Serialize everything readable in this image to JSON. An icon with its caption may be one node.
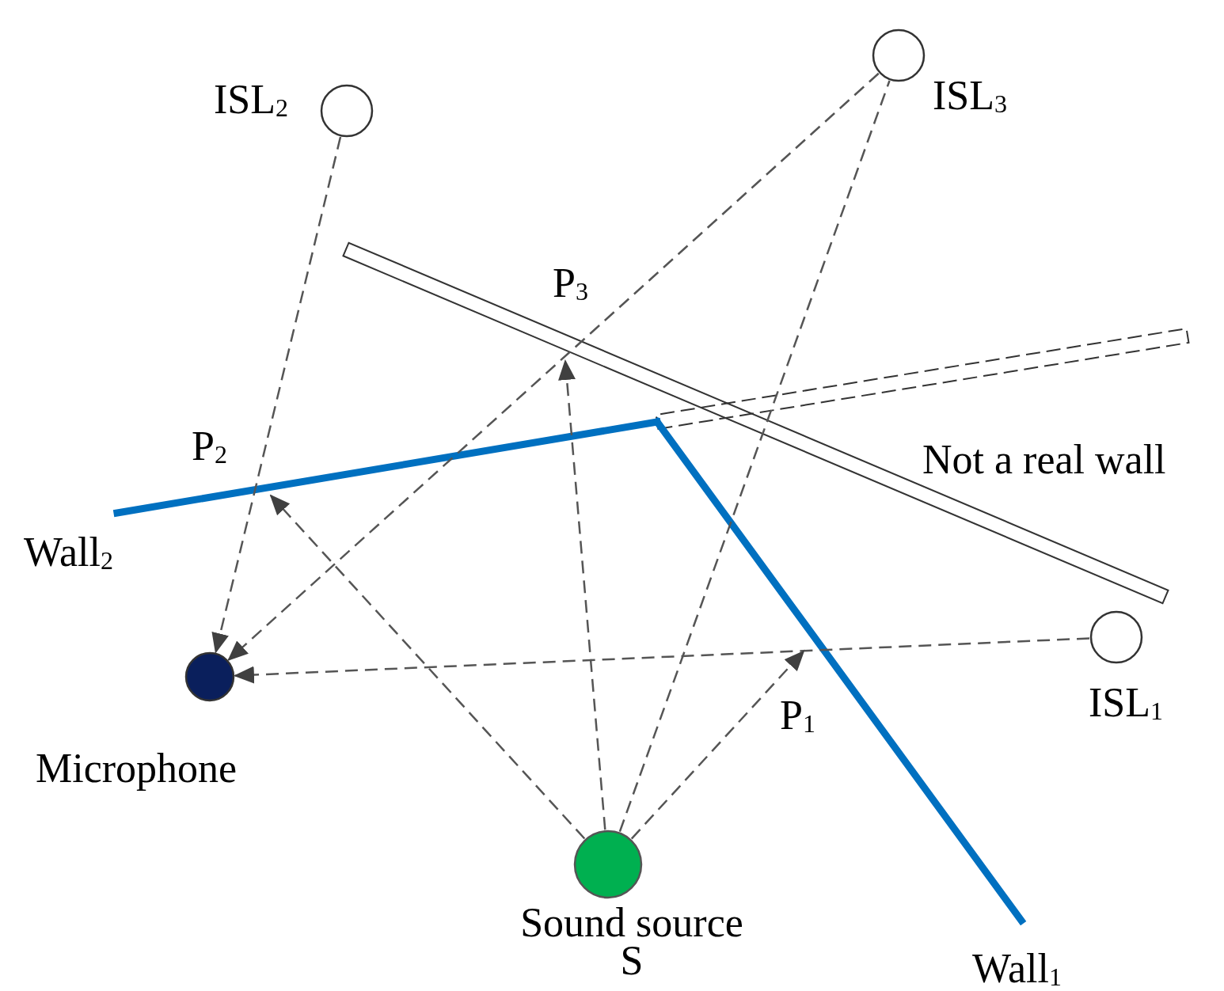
{
  "diagram": {
    "nodes": [
      {
        "text": [
          "Microphone"
        ]
      },
      {
        "text": [
          "Sound source S"
        ]
      },
      {
        "text": [
          "ISL$_{1}$"
        ]
      },
      {
        "text": [
          "ISL$_{2}$"
        ]
      },
      {
        "text": [
          "ISL$_{3}$"
        ]
      },
      {
        "text": [
          "P$_{1}$"
        ]
      },
      {
        "text": [
          "P$_{2}$"
        ]
      },
      {
        "text": [
          "P$_{3}$"
        ]
      }
    ],
    "edges": [
      {
        "from": 2,
        "to": 0,
        "arrow": "to"
      },
      {
        "from": 3,
        "to": 0,
        "arrow": "to"
      },
      {
        "from": 4,
        "to": 0,
        "arrow": "to"
      },
      {
        "from": 1,
        "to": 5,
        "arrow": "to"
      },
      {
        "from": 1,
        "to": 6,
        "arrow": "to"
      },
      {
        "from": 1,
        "to": 7,
        "arrow": "to"
      },
      {
        "from": 1,
        "to": 4,
        "arrow": "none"
      }
    ],
    "labels": [
      "Not a real wall",
      "Wall$_{2}$",
      "Wall$_{1}$"
    ]
  }
}
